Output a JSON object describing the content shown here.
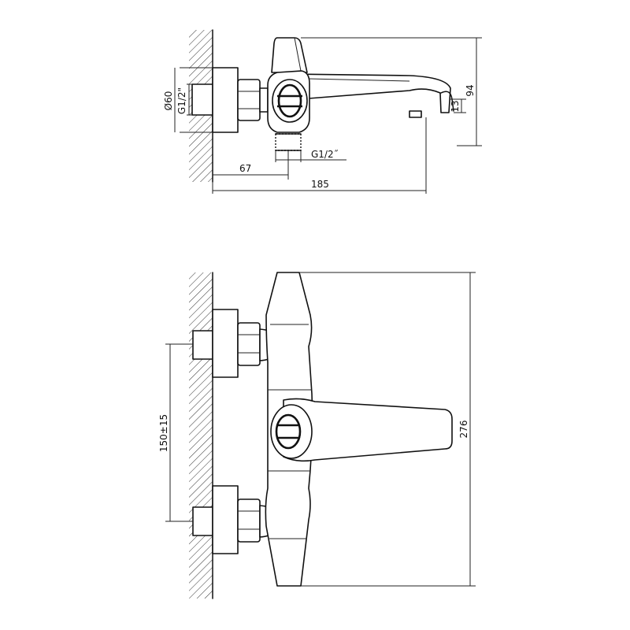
{
  "dimensions": {
    "top_thread_diameter": "Ø60",
    "top_inlet_thread": "G1/2\"",
    "top_outlet_thread": "G1/2˝",
    "top_offset": "67",
    "top_length": "185",
    "top_height": "94",
    "top_spout_drop": "13",
    "front_spacing": "150±15",
    "front_height": "276"
  }
}
